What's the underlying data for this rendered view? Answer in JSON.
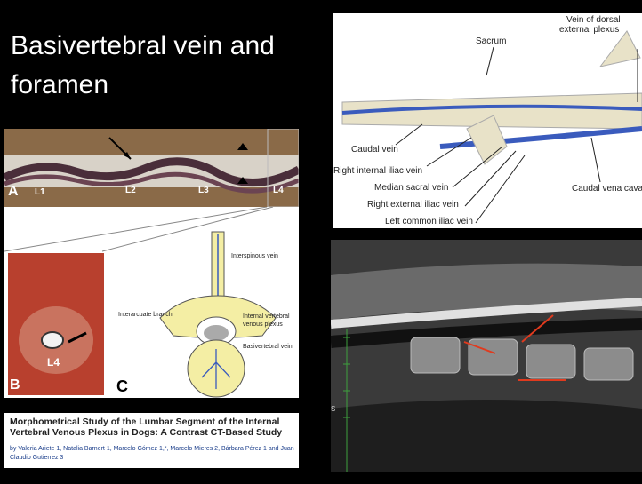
{
  "slide": {
    "title": "Basivertebral vein and foramen"
  },
  "specimen": {
    "panel_letter": "A",
    "vertebra_labels": [
      "L1",
      "L2",
      "L3",
      "L4"
    ]
  },
  "illustration": {
    "panel_b_letter": "B",
    "panel_c_letter": "C",
    "section_label": "L4",
    "labels": {
      "interspinous": "Interspinous vein",
      "interarcuate": "Interarcuate branch",
      "internal_plexus_1": "Internal vertebral",
      "internal_plexus_2": "venous plexus",
      "basivertebral": "Basivertebral vein"
    }
  },
  "paper": {
    "title": "Morphometrical Study of the Lumbar Segment of the Internal Vertebral Venous Plexus in Dogs: A Contrast CT-Based Study",
    "authors": "by Valeria Ariete 1, Natalia Barnert 1, Marcelo Gómez 1,*, Marcelo Mieres 2, Bárbara Pérez 1 and Juan Claudio Gutierrez 3"
  },
  "anatomy": {
    "labels": {
      "vein_dorsal_1": "Vein of dorsal",
      "vein_dorsal_2": "external plexus",
      "sacrum": "Sacrum",
      "caudal_vein": "Caudal vein",
      "right_internal_iliac": "Right internal iliac vein",
      "median_sacral": "Median sacral vein",
      "right_external_iliac": "Right external iliac vein",
      "left_common_iliac": "Left common iliac vein",
      "caudal_vena_cava": "Caudal vena cava"
    }
  },
  "mri": {
    "scale_letter": "S"
  }
}
